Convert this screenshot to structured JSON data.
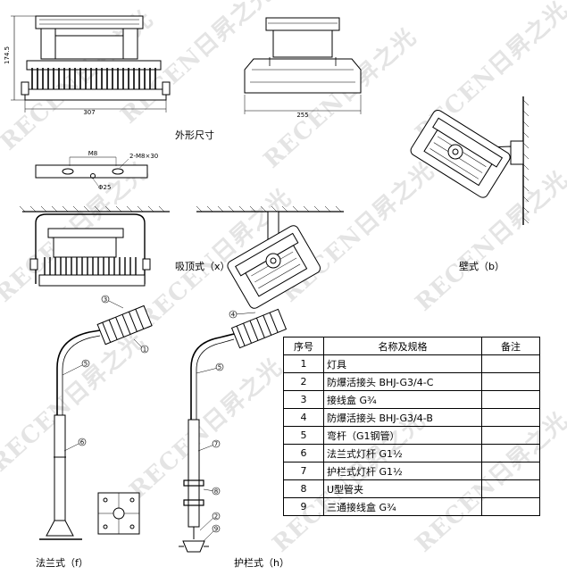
{
  "watermark": {
    "text": "RECEN日昇之光"
  },
  "dimensions": {
    "height": "174.5",
    "width_front": "307",
    "width_side": "255"
  },
  "mount_detail": {
    "callout_top": "M8",
    "callout_right": "2-M8×30",
    "callout_bottom": "Φ25"
  },
  "labels": {
    "outline": "外形尺寸",
    "ceiling": "吸顶式（x）",
    "wall": "壁式（b）",
    "flange": "法兰式（f）",
    "guardrail": "护栏式（h）"
  },
  "parts_table": {
    "headers": [
      "序号",
      "名称及规格",
      "备注"
    ],
    "rows": [
      {
        "no": "1",
        "name": "灯具",
        "note": ""
      },
      {
        "no": "2",
        "name": "防爆活接头 BHJ-G3/4-C",
        "note": ""
      },
      {
        "no": "3",
        "name": "接线盒 G¾",
        "note": ""
      },
      {
        "no": "4",
        "name": "防爆活接头 BHJ-G3/4-B",
        "note": ""
      },
      {
        "no": "5",
        "name": "弯杆（G1钢管）",
        "note": ""
      },
      {
        "no": "6",
        "name": "法兰式灯杆 G1½",
        "note": ""
      },
      {
        "no": "7",
        "name": "护栏式灯杆 G1½",
        "note": ""
      },
      {
        "no": "8",
        "name": "U型管夹",
        "note": ""
      },
      {
        "no": "9",
        "name": "三通接线盒 G¾",
        "note": ""
      }
    ]
  },
  "callouts_flange": [
    "3",
    "1",
    "5",
    "6"
  ],
  "callouts_guardrail": [
    "4",
    "5",
    "7",
    "8",
    "2",
    "9"
  ]
}
